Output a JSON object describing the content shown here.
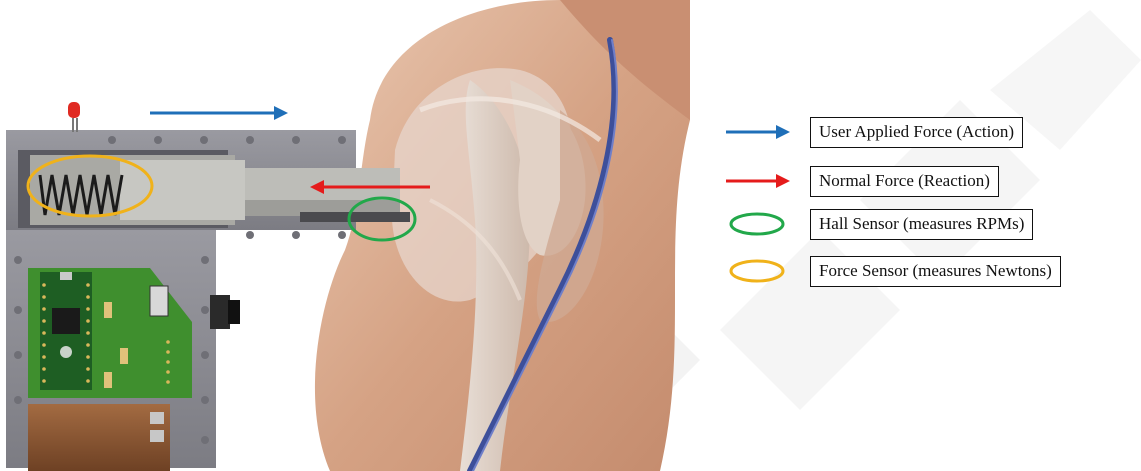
{
  "legend": {
    "items": [
      {
        "label": "User Applied Force (Action)",
        "symbol": "arrow",
        "color": "#1f6fb8"
      },
      {
        "label": "Normal Force (Reaction)",
        "symbol": "arrow",
        "color": "#e51b1b"
      },
      {
        "label": "Hall Sensor (measures RPMs)",
        "symbol": "ellipse",
        "color": "#22a84a"
      },
      {
        "label": "Force Sensor (measures Newtons)",
        "symbol": "ellipse",
        "color": "#f0b21a"
      }
    ]
  },
  "colors": {
    "device_body": "#8e8e95",
    "device_dark": "#6b6b72",
    "cylinder_inner": "#bdbdb8",
    "pcb": "#3f8f2e",
    "battery": "#8c5a35",
    "skin": "#d9a98a",
    "watermark": "#e9e9e9"
  }
}
